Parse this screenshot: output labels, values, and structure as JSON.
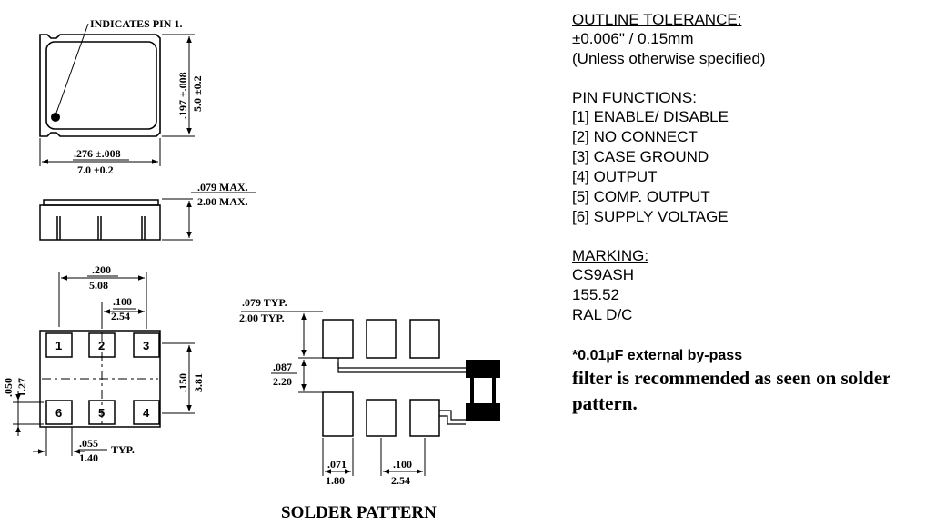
{
  "drawing": {
    "pin1_label": "INDICATES PIN 1.",
    "top_width_in": ".276 ±.008",
    "top_width_mm": "7.0 ±0.2",
    "top_height_in": ".197 ±.008",
    "top_height_mm": "5.0 ±0.2",
    "side_height_in": ".079 MAX.",
    "side_height_mm": "2.00 MAX.",
    "bottom_span_in": ".200",
    "bottom_span_mm": "5.08",
    "bottom_pitch_in": ".100",
    "bottom_pitch_mm": "2.54",
    "bottom_height_in": ".150",
    "bottom_height_mm": "3.81",
    "pad_height_in": ".050",
    "pad_height_mm": "1.27",
    "pad_width_in": ".055",
    "pad_width_mm": "1.40",
    "typ_label": "TYP.",
    "pins_top": [
      "1",
      "2",
      "3"
    ],
    "pins_bottom": [
      "6",
      "5",
      "4"
    ]
  },
  "solder": {
    "title": "SOLDER PATTERN",
    "pad_height_in": ".079 TYP.",
    "pad_height_mm": "2.00 TYP.",
    "gap_in": ".087",
    "gap_mm": "2.20",
    "pad_width_in": ".071",
    "pad_width_mm": "1.80",
    "pitch_in": ".100",
    "pitch_mm": "2.54"
  },
  "notes": {
    "outline_title": "OUTLINE TOLERANCE:",
    "outline_lines": [
      "±0.006\" / 0.15mm",
      "(Unless otherwise specified)"
    ],
    "pin_title": "PIN FUNCTIONS:",
    "pin_lines": [
      "[1] ENABLE/ DISABLE",
      "[2] NO CONNECT",
      "[3] CASE GROUND",
      "[4] OUTPUT",
      "[5] COMP. OUTPUT",
      "[6] SUPPLY VOLTAGE"
    ],
    "marking_title": "MARKING:",
    "marking_lines": [
      "CS9ASH",
      "155.52",
      "RAL D/C"
    ],
    "bypass_line1": "*0.01µF external by-pass",
    "bypass_line2": "filter is recommended as seen on solder",
    "bypass_line3": "pattern."
  }
}
